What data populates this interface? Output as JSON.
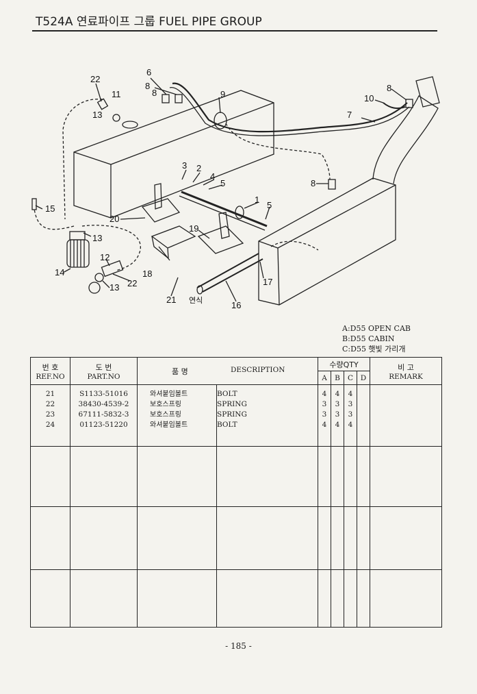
{
  "header": {
    "title": "T524A 연료파이프 그룹  FUEL PIPE GROUP"
  },
  "diagram": {
    "callouts": [
      "1",
      "2",
      "3",
      "4",
      "5",
      "5",
      "6",
      "7",
      "8",
      "8",
      "8",
      "8",
      "9",
      "10",
      "11",
      "12",
      "13",
      "13",
      "13",
      "14",
      "15",
      "16",
      "17",
      "18",
      "19",
      "20",
      "21",
      "22",
      "22"
    ],
    "handwritten_note": "연식"
  },
  "legend": {
    "lines": [
      "A:D55 OPEN CAB",
      "B:D55 CABIN",
      "C:D55 햇빛 가리개"
    ]
  },
  "table": {
    "headers": {
      "ref_ko": "번 호",
      "ref_en": "REF.NO",
      "part_ko": "도 번",
      "part_en": "PART.NO",
      "name_ko": "품 명",
      "desc": "DESCRIPTION",
      "qty_ko": "수량QTY",
      "qty_cols": [
        "A",
        "B",
        "C",
        "D"
      ],
      "remark_ko": "비 고",
      "remark_en": "REMARK"
    },
    "rows": [
      {
        "ref": "21",
        "part": "S1133-51016",
        "name": "와셔붙임볼트",
        "desc": "BOLT",
        "a": "4",
        "b": "4",
        "c": "4",
        "d": ""
      },
      {
        "ref": "22",
        "part": "38430-4539-2",
        "name": "보호스프링",
        "desc": "SPRING",
        "a": "3",
        "b": "3",
        "c": "3",
        "d": ""
      },
      {
        "ref": "23",
        "part": "67111-5832-3",
        "name": "보호스프링",
        "desc": "SPRING",
        "a": "3",
        "b": "3",
        "c": "3",
        "d": ""
      },
      {
        "ref": "24",
        "part": "01123-51220",
        "name": "와셔붙임볼트",
        "desc": "BOLT",
        "a": "4",
        "b": "4",
        "c": "4",
        "d": ""
      }
    ]
  },
  "footer": {
    "page": "- 185 -"
  }
}
